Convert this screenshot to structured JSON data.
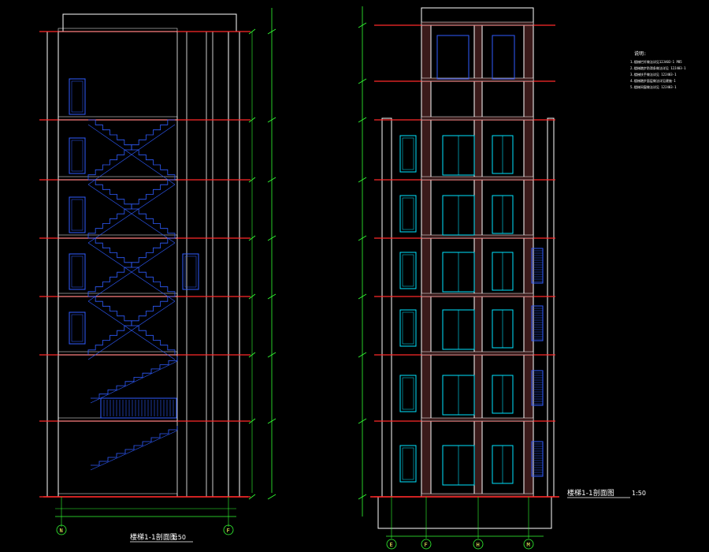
{
  "drawing": {
    "colors": {
      "background": "#000000",
      "wall": "#ffffff",
      "floor_line": "#ff2a2a",
      "stair": "#2f5cff",
      "window": "#00e5ff",
      "dimension": "#33ff33",
      "label": "#ffffff"
    },
    "left_section": {
      "title": "楼梯1-1剖面图",
      "scale": "1:50",
      "grid_axes": [
        "N",
        "F"
      ],
      "floor_count": 7
    },
    "right_section": {
      "title": "楼梯1-1剖面图",
      "scale": "1:50",
      "grid_axes": [
        "E",
        "F",
        "H",
        "M"
      ],
      "floor_count": 7
    },
    "notes": [
      "说明:",
      "1.楼梯栏杆做法详见12J403-1 PB5",
      "2.楼梯踏步防滑条做法详见 12J403-1",
      "3.楼梯扶手做法详见 12J403-1",
      "4.楼梯踏步面层做法详见建施-1",
      "5.楼梯间窗做法详见 12J403-1"
    ]
  }
}
